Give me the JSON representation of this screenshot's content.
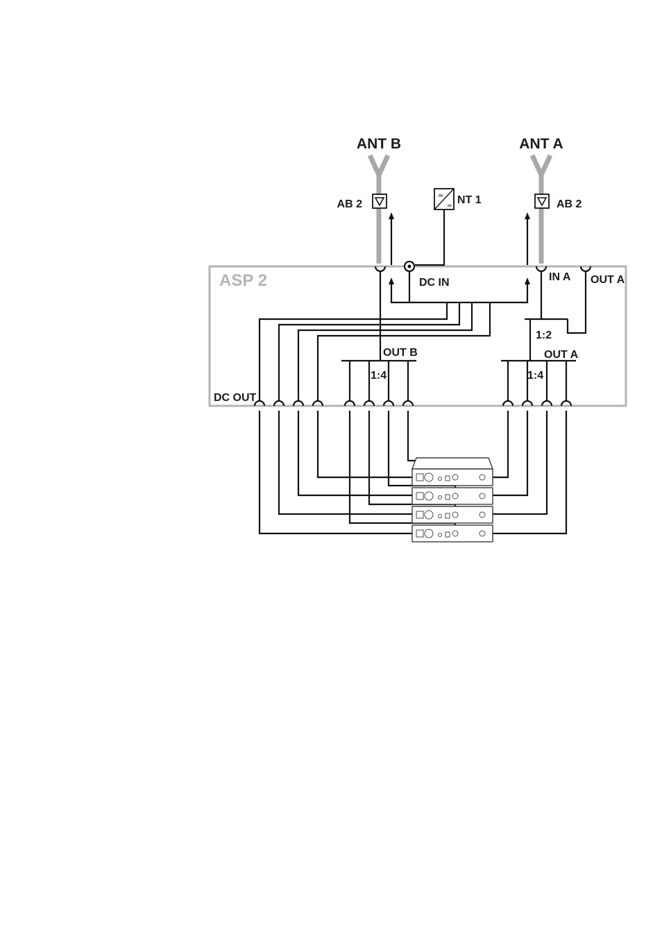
{
  "colors": {
    "line": "#111111",
    "antenna_gray": "#a8a8a8",
    "asp_box": "#b4b4b4"
  },
  "labels": {
    "ant_b": "ANT B",
    "ant_a": "ANT A",
    "ab2_left": "AB 2",
    "ab2_right": "AB 2",
    "nt1": "NT 1",
    "asp2": "ASP 2",
    "dc_in": "DC IN",
    "in_a": "IN A",
    "out_a_port": "OUT A",
    "splitter_1_2": "1:2",
    "out_b": "OUT B",
    "out_a_bus": "OUT A",
    "splitter_b": "1:4",
    "splitter_a": "1:4",
    "dc_out": "DC OUT"
  },
  "receivers": [
    {
      "name": "receiver-1"
    },
    {
      "name": "receiver-2"
    },
    {
      "name": "receiver-3"
    },
    {
      "name": "receiver-4"
    }
  ],
  "icons": [
    "antenna-icon",
    "booster-triangle-icon",
    "power-supply-icon",
    "bnc-jack-icon",
    "receiver-unit-icon"
  ]
}
